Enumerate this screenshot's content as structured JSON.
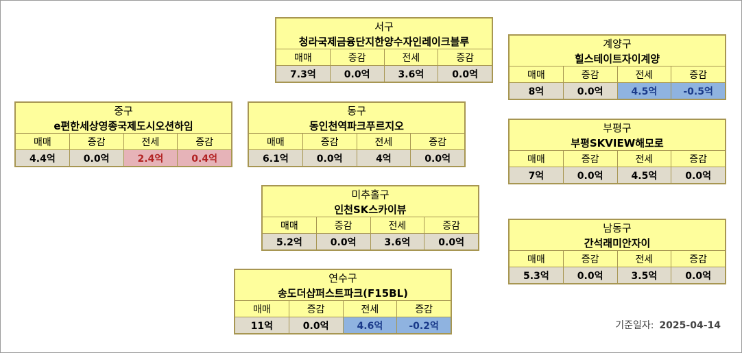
{
  "headers": [
    "매매",
    "증감",
    "전세",
    "증감"
  ],
  "cards": [
    {
      "id": "seo-gu",
      "region": "서구",
      "complex": "청라국제금융단지한양수자인레이크블루",
      "sale": "7.3억",
      "sale_change": "0.0억",
      "jeonse": "3.6억",
      "jeonse_change": "0.0억",
      "jeonse_status": "neutral"
    },
    {
      "id": "gyeyang-gu",
      "region": "계양구",
      "complex": "힐스테이트자이계양",
      "sale": "8억",
      "sale_change": "0.0억",
      "jeonse": "4.5억",
      "jeonse_change": "-0.5억",
      "jeonse_status": "down"
    },
    {
      "id": "jung-gu",
      "region": "중구",
      "complex": "e편한세상영종국제도시오션하임",
      "sale": "4.4억",
      "sale_change": "0.0억",
      "jeonse": "2.4억",
      "jeonse_change": "0.4억",
      "jeonse_status": "up"
    },
    {
      "id": "dong-gu",
      "region": "동구",
      "complex": "동인천역파크푸르지오",
      "sale": "6.1억",
      "sale_change": "0.0억",
      "jeonse": "4억",
      "jeonse_change": "0.0억",
      "jeonse_status": "neutral"
    },
    {
      "id": "bupyeong-gu",
      "region": "부평구",
      "complex": "부평SKVIEW해모로",
      "sale": "7억",
      "sale_change": "0.0억",
      "jeonse": "4.5억",
      "jeonse_change": "0.0억",
      "jeonse_status": "neutral"
    },
    {
      "id": "michuhol-gu",
      "region": "미추홀구",
      "complex": "인천SK스카이뷰",
      "sale": "5.2억",
      "sale_change": "0.0억",
      "jeonse": "3.6억",
      "jeonse_change": "0.0억",
      "jeonse_status": "neutral"
    },
    {
      "id": "namdong-gu",
      "region": "남동구",
      "complex": "간석래미안자이",
      "sale": "5.3억",
      "sale_change": "0.0억",
      "jeonse": "3.5억",
      "jeonse_change": "0.0억",
      "jeonse_status": "neutral"
    },
    {
      "id": "yeonsu-gu",
      "region": "연수구",
      "complex": "송도더샵퍼스트파크(F15BL)",
      "sale": "11억",
      "sale_change": "0.0억",
      "jeonse": "4.6억",
      "jeonse_change": "-0.2억",
      "jeonse_status": "down"
    }
  ],
  "footer": {
    "label": "기준일자:",
    "date": "2025-04-14"
  },
  "colors": {
    "card_bg": "#fefe9c",
    "card_border": "#a79652",
    "value_bg": "#e0dbcc",
    "down_bg": "#8fb3e0",
    "up_bg": "#e6b3b8"
  }
}
